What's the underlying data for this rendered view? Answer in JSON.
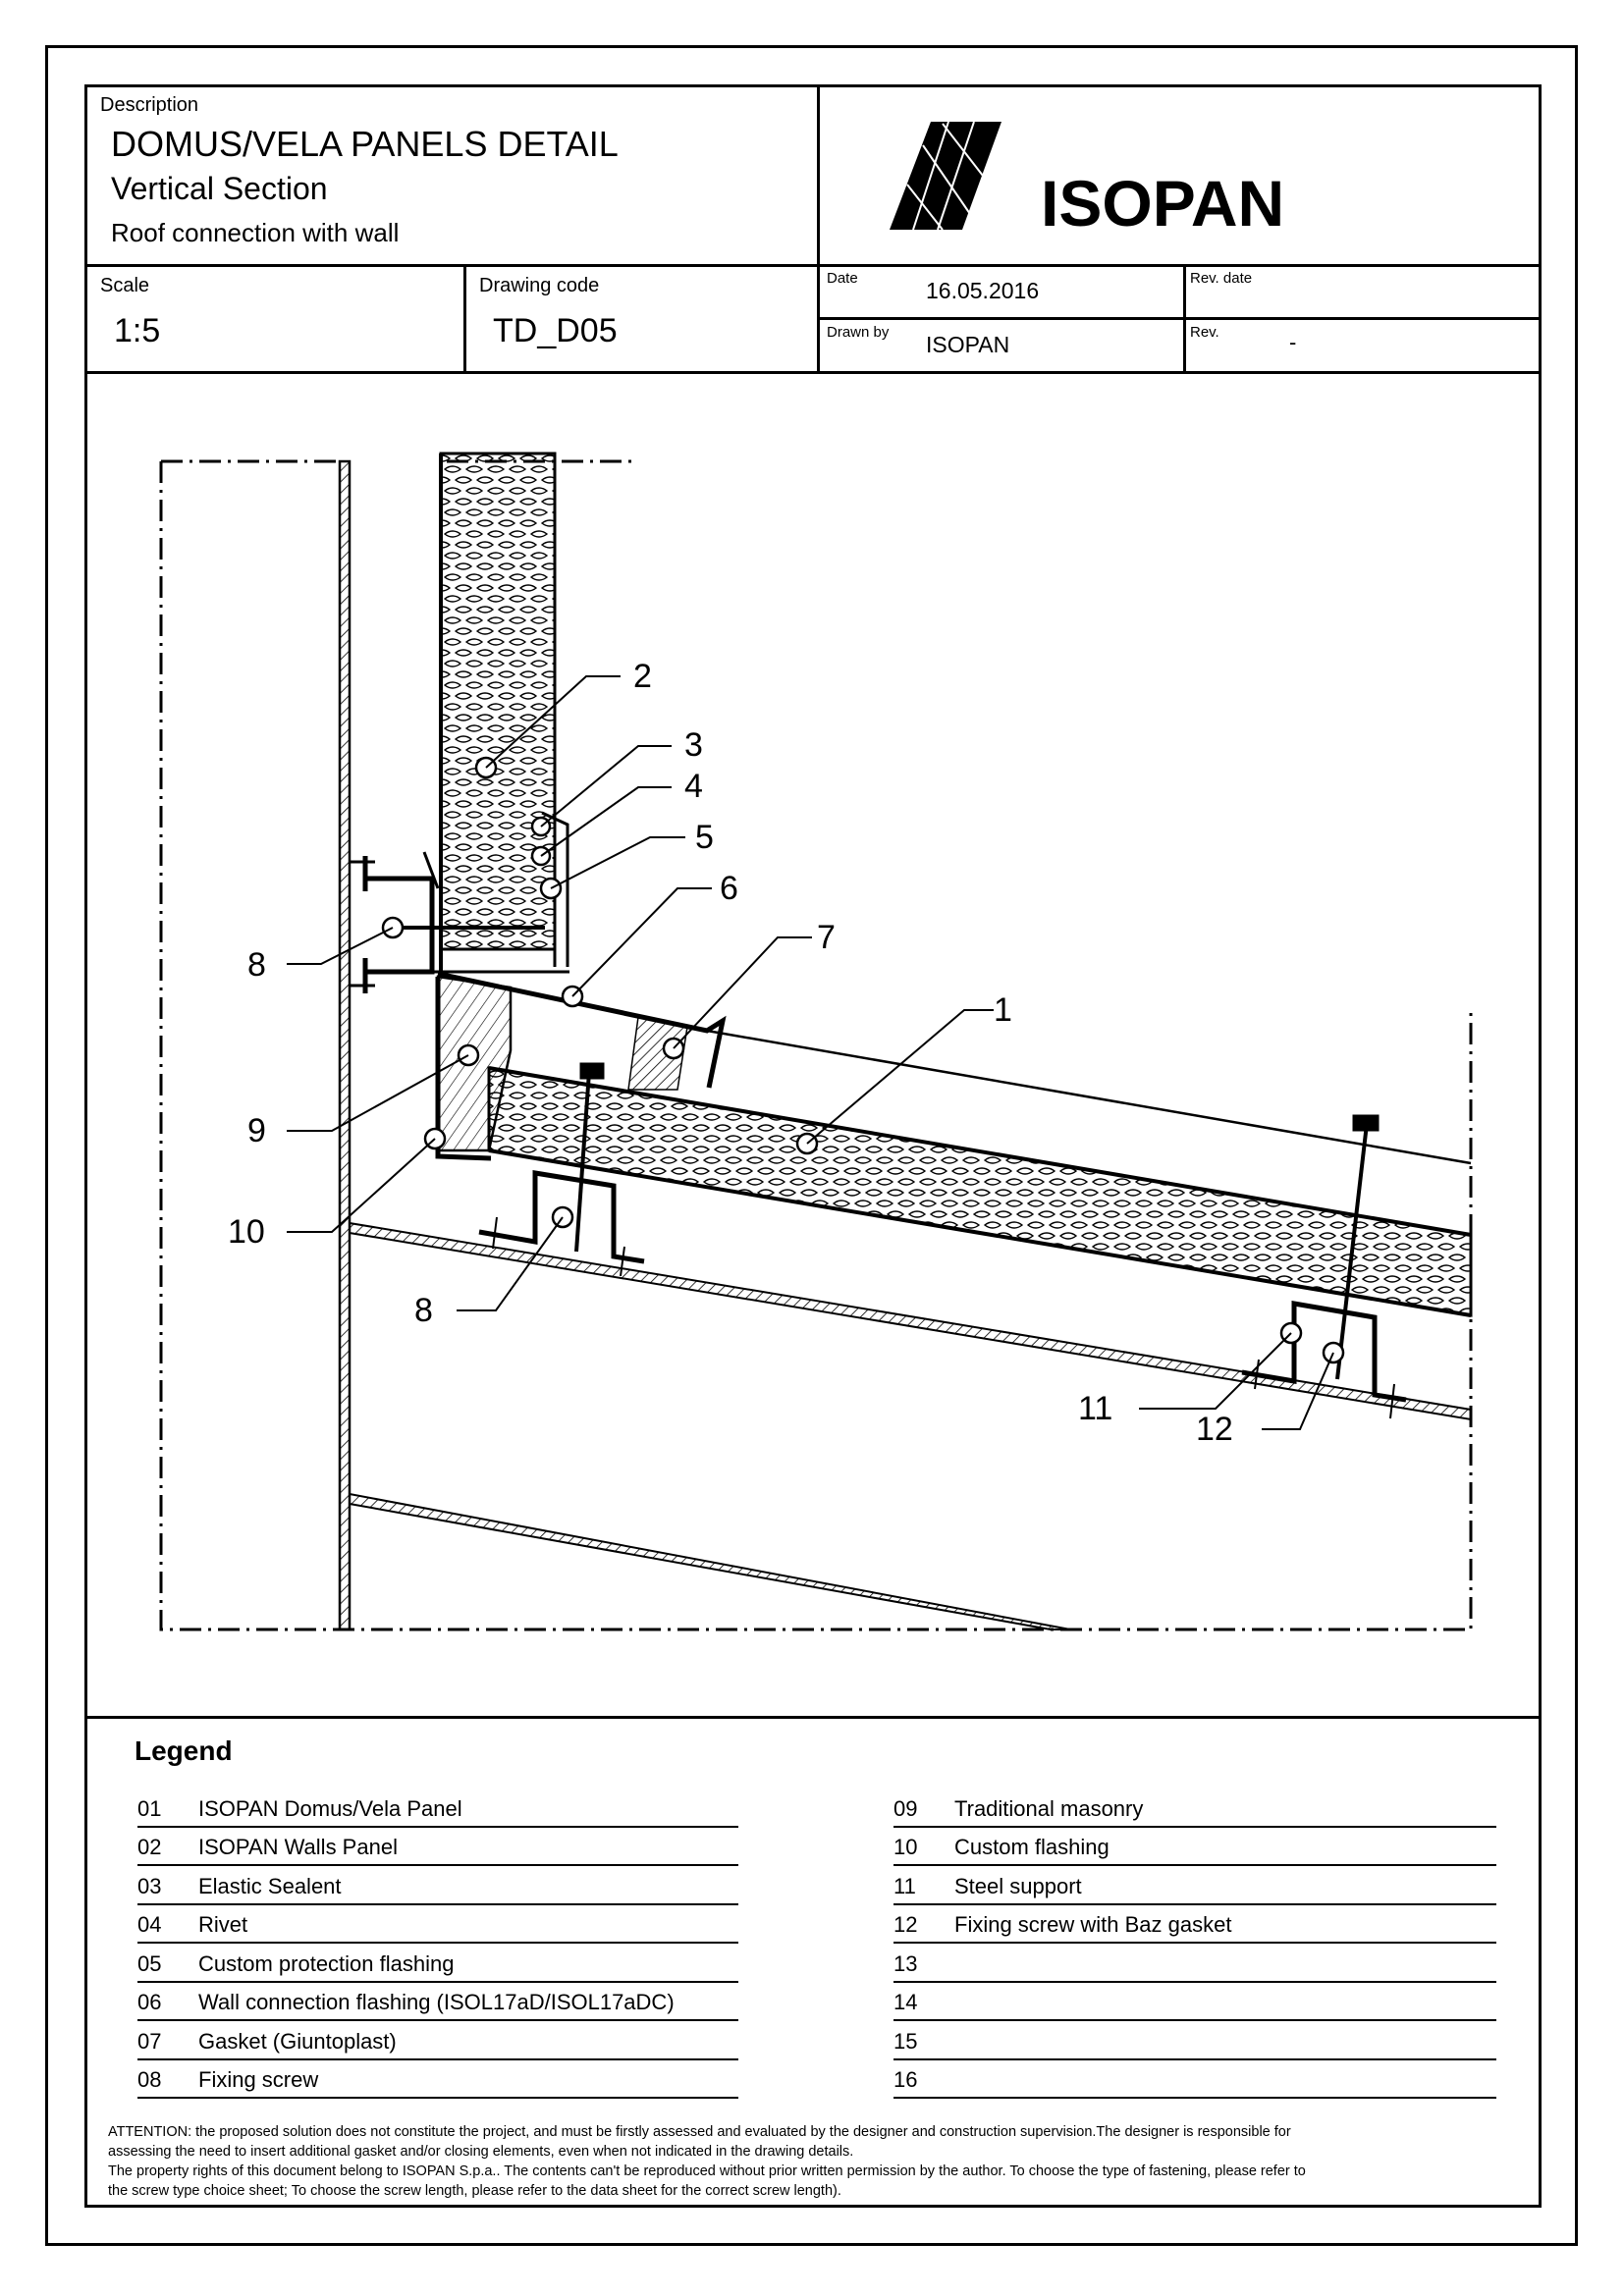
{
  "header": {
    "description_label": "Description",
    "title": "DOMUS/VELA PANELS DETAIL",
    "subtitle": "Vertical Section",
    "caption": "Roof connection with wall",
    "scale_label": "Scale",
    "scale_value": "1:5",
    "code_label": "Drawing code",
    "code_value": "TD_D05",
    "date_label": "Date",
    "date_value": "16.05.2016",
    "drawn_label": "Drawn by",
    "drawn_value": "ISOPAN",
    "revdate_label": "Rev. date",
    "revdate_value": "",
    "rev_label": "Rev.",
    "rev_value": "-"
  },
  "logo": {
    "text": "ISOPAN"
  },
  "callouts": [
    "1",
    "2",
    "3",
    "4",
    "5",
    "6",
    "7",
    "8",
    "9",
    "10",
    "8",
    "11",
    "12"
  ],
  "legend": {
    "title": "Legend",
    "left": [
      {
        "num": "01",
        "text": "ISOPAN Domus/Vela Panel"
      },
      {
        "num": "02",
        "text": "ISOPAN Walls Panel"
      },
      {
        "num": "03",
        "text": "Elastic Sealent"
      },
      {
        "num": "04",
        "text": "Rivet"
      },
      {
        "num": "05",
        "text": "Custom protection flashing"
      },
      {
        "num": "06",
        "text": "Wall connection flashing (ISOL17aD/ISOL17aDC)"
      },
      {
        "num": "07",
        "text": "Gasket (Giuntoplast)"
      },
      {
        "num": "08",
        "text": "Fixing screw"
      }
    ],
    "right": [
      {
        "num": "09",
        "text": "Traditional masonry"
      },
      {
        "num": "10",
        "text": "Custom flashing"
      },
      {
        "num": "11",
        "text": "Steel support"
      },
      {
        "num": "12",
        "text": "Fixing screw with Baz gasket"
      },
      {
        "num": "13",
        "text": ""
      },
      {
        "num": "14",
        "text": ""
      },
      {
        "num": "15",
        "text": ""
      },
      {
        "num": "16",
        "text": ""
      }
    ]
  },
  "notes": {
    "line1": "ATTENTION: the proposed solution does not constitute the project, and must be firstly assessed and evaluated by the designer and construction supervision.The designer is responsible for",
    "line2": "assessing the need to insert additional gasket and/or closing elements, even when not indicated in the drawing details.",
    "line3": "The property rights of this document belong to ISOPAN S.p.a.. The contents can't be reproduced without prior written permission by the author. To choose the type of fastening, please refer to",
    "line4": "the screw type choice sheet; To choose the screw length, please refer to the data sheet for the correct screw length)."
  }
}
